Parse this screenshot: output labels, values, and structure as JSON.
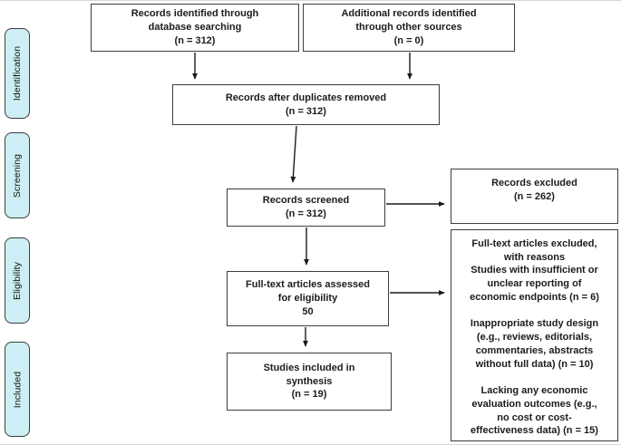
{
  "diagram": {
    "title": "PRISMA flow diagram",
    "sidebar_fill_color": "#cdeef5",
    "box_border_color": "#3d3d3d",
    "arrow_color": "#1a1a1a"
  },
  "sidebar": {
    "stages": [
      {
        "label": "Identification"
      },
      {
        "label": "Screening"
      },
      {
        "label": "Eligibility"
      },
      {
        "label": "Included"
      }
    ]
  },
  "boxes": {
    "db_search": {
      "text": "Records identified through\ndatabase searching\n(n = 312)",
      "n": 312
    },
    "other_sources": {
      "text": "Additional records identified\nthrough other sources\n(n = 0)",
      "n": 0
    },
    "after_duplicates": {
      "text": "Records after duplicates removed\n(n = 312)",
      "n": 312
    },
    "screened": {
      "text": "Records screened\n(n = 312)",
      "n": 312
    },
    "records_excluded": {
      "text": "Records excluded\n(n = 262)",
      "n": 262
    },
    "fulltext_assessed": {
      "text": "Full-text articles assessed\nfor eligibility\n50",
      "n": 50
    },
    "fulltext_excluded": {
      "text": "Full-text articles excluded,\nwith reasons\nStudies with insufficient or\nunclear reporting of\neconomic endpoints (n = 6)\n\nInappropriate study design\n(e.g., reviews, editorials,\ncommentaries, abstracts\nwithout full data) (n = 10)\n\nLacking any economic\nevaluation outcomes (e.g.,\nno cost or cost-\neffectiveness data) (n = 15)",
      "reason_counts": [
        6,
        10,
        15
      ]
    },
    "included_synthesis": {
      "text": "Studies included in\nsynthesis\n(n = 19)",
      "n": 19
    }
  }
}
